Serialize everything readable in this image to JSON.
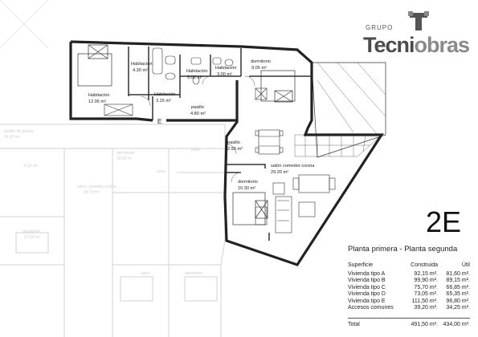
{
  "brand": {
    "group": "GRUPO",
    "name_main": "Tecni",
    "name_accent": "obras",
    "logo_icon": "tecniobras-t-mark-icon"
  },
  "unit": {
    "code": "2E",
    "title": "Planta primera - Planta segunda"
  },
  "rooms": [
    {
      "name": "Habitación",
      "area": "12.95 m²"
    },
    {
      "name": "Habitación",
      "area": "4.30 m²"
    },
    {
      "name": "Habitación",
      "area": "3.15 m²"
    },
    {
      "name": "Habitación",
      "area": "5.00 m²"
    },
    {
      "name": "Habitación",
      "area": "3.00 m²"
    },
    {
      "name": "dormitorio",
      "area": "9.05 m²"
    },
    {
      "name": "pasillo",
      "area": "4.80 m²"
    },
    {
      "name": "pasillo",
      "area": "2.90 m²"
    },
    {
      "name": "salón comedor cocina",
      "area": "29.20 m²"
    },
    {
      "name": "dormitorio",
      "area": "10.30 m²"
    }
  ],
  "door_marker": "E",
  "area_table": {
    "headers": {
      "name": "Superficie",
      "built": "Construida",
      "useful": "Útil"
    },
    "rows": [
      {
        "name": "Vivienda tipo A",
        "built": "92,15 m².",
        "useful": "81,60 m²."
      },
      {
        "name": "Vivienda tipo B",
        "built": "99,90 m².",
        "useful": "89,15 m²."
      },
      {
        "name": "Vivienda tipo C",
        "built": "75,70 m².",
        "useful": "66,85 m²."
      },
      {
        "name": "Vivienda tipo D",
        "built": "73,05 m².",
        "useful": "65,35 m²."
      },
      {
        "name": "Vivienda tipo E",
        "built": "111,50 m².",
        "useful": "96,80 m²."
      },
      {
        "name": "Accesos comunes",
        "built": "39,20 m².",
        "useful": "34,25 m²."
      }
    ],
    "total": {
      "name": "Total",
      "built": "491,50 m².",
      "useful": "434,00 m²."
    }
  }
}
